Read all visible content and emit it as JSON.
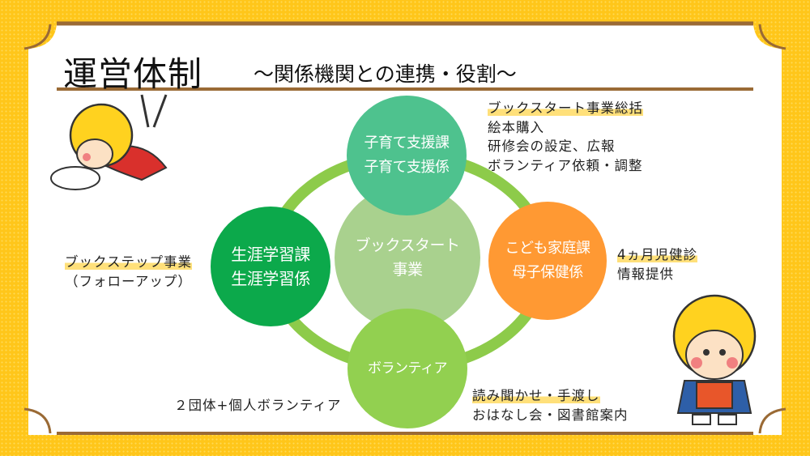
{
  "slide": {
    "title": "運営体制",
    "subtitle": "～関係機関との連携・役割～"
  },
  "diagram": {
    "center": {
      "line1": "ブックスタート",
      "line2": "事業",
      "color": "#A9D18E"
    },
    "top": {
      "line1": "子育て支援課",
      "line2": "子育て支援係",
      "color": "#4EC28E"
    },
    "left": {
      "line1": "生涯学習課",
      "line2": "生涯学習係",
      "color": "#0CA94B"
    },
    "right": {
      "line1": "こども家庭課",
      "line2": "母子保健係",
      "color": "#FF9933"
    },
    "bottom": {
      "line1": "ボランティア",
      "color": "#92D050"
    },
    "ring_color": "#8DCB4A"
  },
  "notes": {
    "top_right": [
      "ブックスタート事業総括",
      "絵本購入",
      "研修会の設定、広報",
      "ボランティア依頼・調整"
    ],
    "right": [
      "4ヵ月児健診",
      "情報提供"
    ],
    "left": [
      "ブックステップ事業",
      "（フォローアップ）"
    ],
    "bottom_left": "２団体+個人ボランティア",
    "bottom_right": [
      "読み聞かせ・手渡し",
      "おはなし会・図書館案内"
    ]
  },
  "colors": {
    "background": "#FFC61A",
    "frame": "#9A6A35",
    "highlight": "#FFE07A"
  }
}
